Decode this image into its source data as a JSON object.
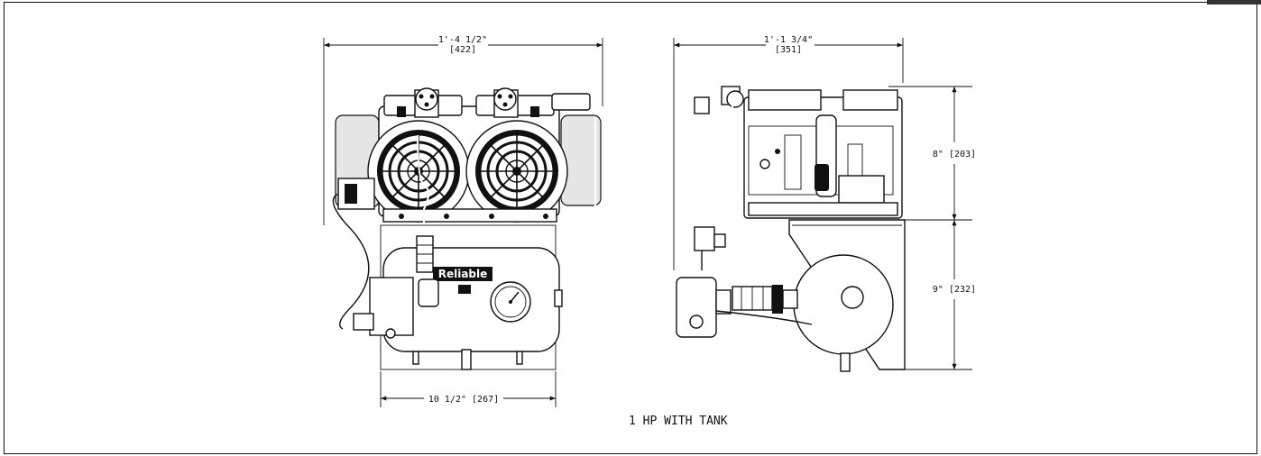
{
  "front_view": {
    "width_label": "1'-4 1/2\"",
    "width_label_mm": "[422]",
    "base_label": "10 1/2\" [267]",
    "brand_label": "Reliable"
  },
  "side_view": {
    "width_label": "1'-1 3/4\"",
    "width_label_mm": "[351]",
    "height_upper_label": "8\" [203]",
    "height_lower_label": "9\" [232]"
  },
  "caption": "1 HP WITH TANK"
}
